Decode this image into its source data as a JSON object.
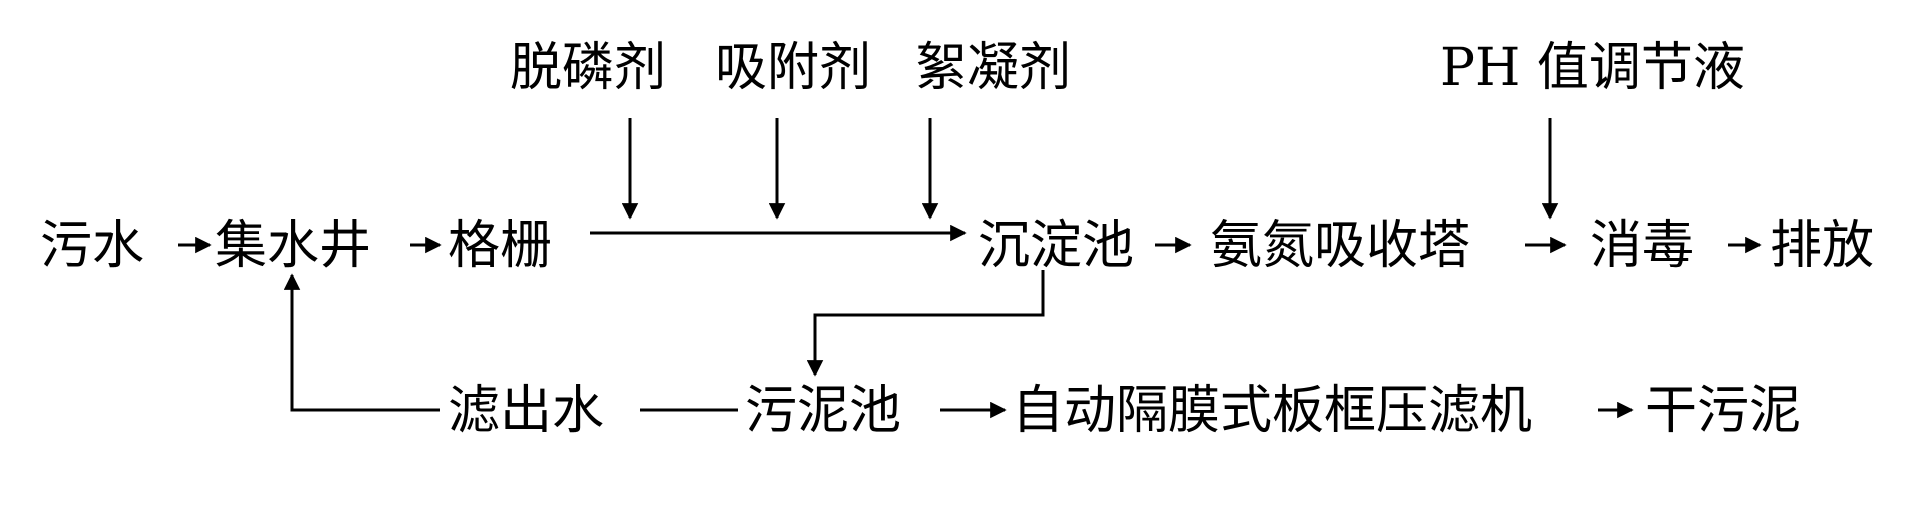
{
  "additives": {
    "dephos": "脱磷剂",
    "adsorb": "吸附剂",
    "floc": "絮凝剂",
    "ph": "PH 值调节液"
  },
  "main_flow": {
    "sewage": "污水",
    "sump": "集水井",
    "grille": "格栅",
    "sediment": "沉淀池",
    "ammonia_tower": "氨氮吸收塔",
    "disinfect": "消毒",
    "discharge": "排放"
  },
  "sludge_flow": {
    "filtrate": "滤出水",
    "sludge_tank": "污泥池",
    "filter_press": "自动隔膜式板框压滤机",
    "dry_sludge": "干污泥"
  }
}
